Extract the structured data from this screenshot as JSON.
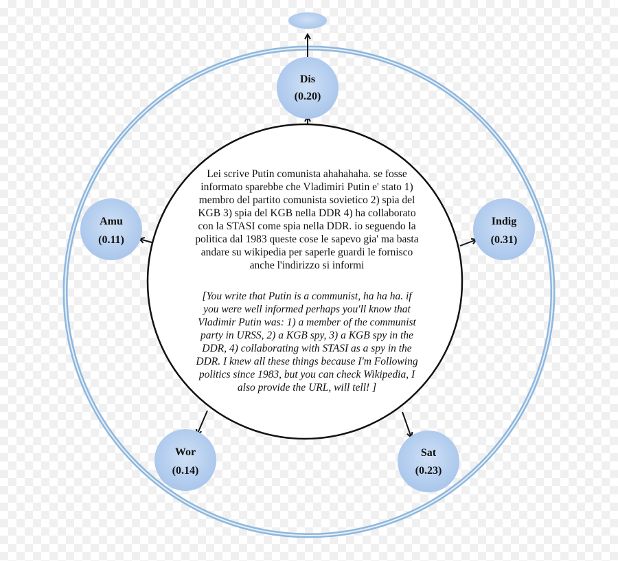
{
  "nodes": [
    {
      "key": "dis",
      "name": "Dis",
      "value": "(0.20)"
    },
    {
      "key": "amu",
      "name": "Amu",
      "value": "(0.11)"
    },
    {
      "key": "indig",
      "name": "Indig",
      "value": "(0.31)"
    },
    {
      "key": "wor",
      "name": "Wor",
      "value": "(0.14)"
    },
    {
      "key": "sat",
      "name": "Sat",
      "value": "(0.23)"
    }
  ],
  "center": {
    "italian": "Lei scrive  Putin comunista ahahahaha. se fosse informato sparebbe che Vladimiri Putin e' stato 1) membro del partito comunista sovietico 2) spia del KGB 3) spia del KGB nella DDR 4) ha collaborato con la STASI come spia nella DDR. io seguendo la politica dal 1983 queste cose le sapevo gia' ma basta andare su wikipedia per saperle guardi le fornisco anche l'indirizzo si informi",
    "english": "[You write that Putin is a communist, ha ha ha. if you were well informed perhaps you'll know that Vladimir Putin was: 1) a member of the communist party in URSS, 2) a KGB spy, 3) a KGB spy in the DDR, 4) collaborating with STASI as a spy in the DDR. I knew all these things because I'm Following politics since 1983, but you can check Wikipedia, I also provide the URL, will tell! ]"
  },
  "colors": {
    "ring": "#8fb7dc",
    "node_fill": "#b8d0ef",
    "arrow": "#111111"
  }
}
